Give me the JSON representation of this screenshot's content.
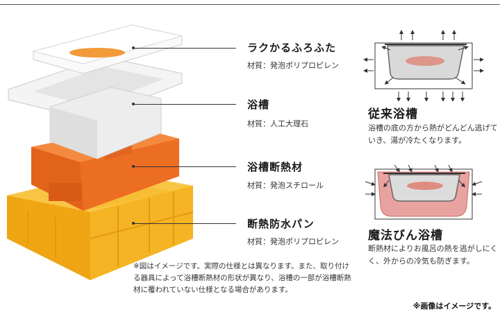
{
  "components": [
    {
      "name": "ラクかるふろふた",
      "material": "材質：発泡ポリプロピレン"
    },
    {
      "name": "浴槽",
      "material": "材質：人工大理石"
    },
    {
      "name": "浴槽断熱材",
      "material": "材質：発泡スチロール"
    },
    {
      "name": "断熱防水パン",
      "material": "材質：発泡ポリプロピレン"
    }
  ],
  "note": "※図はイメージです。実際の仕様とは異なります。また、取り付ける器具によって浴槽断熱材の形状が異なり、浴槽の一部が浴槽断熱材に覆われていない仕様となる場合があります。",
  "comparison": [
    {
      "title": "従来浴槽",
      "description": "浴槽の底の方から熱がどんどん逃げていき、湯が冷たくなります。"
    },
    {
      "title": "魔法びん浴槽",
      "description": "断熱材によりお風呂の熱を逃がしにくく、外からの冷気も防ぎます。"
    }
  ],
  "footnote": "※画像はイメージです。",
  "colors": {
    "orange": "#ef7225",
    "yellow": "#f6b21c",
    "pink": "#e8a3a0",
    "heat": "#e0796a"
  }
}
